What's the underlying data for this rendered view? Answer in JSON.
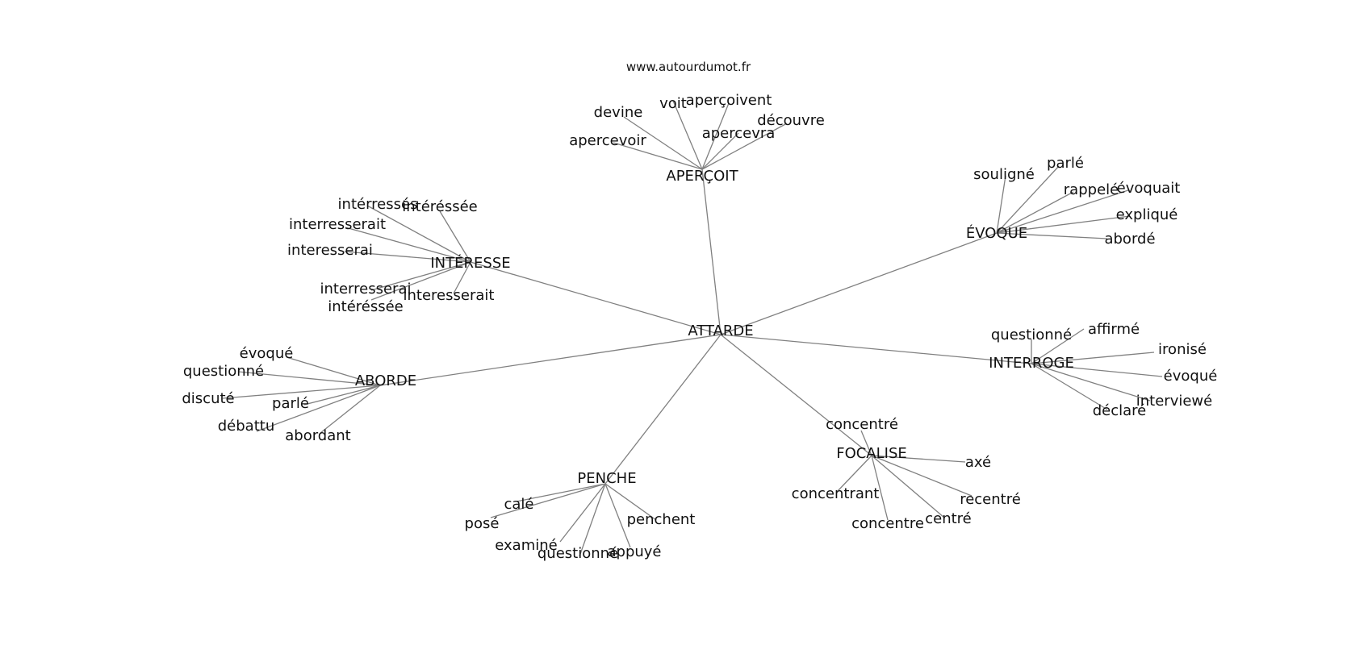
{
  "source": "www.autourdumot.fr",
  "root": "ATTARDE",
  "clusters": [
    {
      "label": "APERÇOIT",
      "words": [
        "devine",
        "voit",
        "aperçoivent",
        "découvre",
        "apercevoir",
        "apercevra"
      ]
    },
    {
      "label": "INTÉRESSE",
      "words": [
        "intérressés",
        "intéréssée",
        "interresserait",
        "interesserai",
        "interresserai",
        "intéréssée",
        "interesserait"
      ]
    },
    {
      "label": "ÉVOQUE",
      "words": [
        "souligné",
        "parlé",
        "rappelé",
        "évoquait",
        "expliqué",
        "abordé"
      ]
    },
    {
      "label": "INTERROGE",
      "words": [
        "questionné",
        "affirmé",
        "ironisé",
        "évoqué",
        "interviewé",
        "déclaré"
      ]
    },
    {
      "label": "ABORDE",
      "words": [
        "évoqué",
        "questionné",
        "discuté",
        "parlé",
        "débattu",
        "abordant"
      ]
    },
    {
      "label": "FOCALISE",
      "words": [
        "concentré",
        "axé",
        "concentrant",
        "recentré",
        "concentre",
        "centré"
      ]
    },
    {
      "label": "PENCHE",
      "words": [
        "calé",
        "posé",
        "penchent",
        "examiné",
        "questionné",
        "appuyé"
      ]
    }
  ]
}
